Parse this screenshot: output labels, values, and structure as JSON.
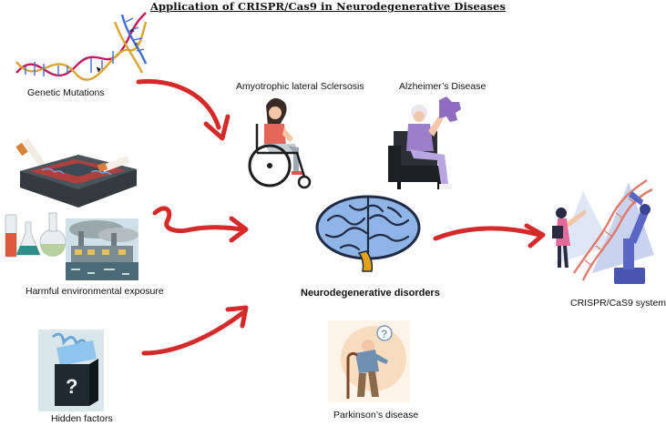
{
  "title": "Application of CRISPR/Cas9 in Neurodegenerative Diseases",
  "causes": {
    "genetic": "Genetic Mutations",
    "environmental": "Harmful environmental exposure",
    "hidden": "Hidden factors"
  },
  "diseases": {
    "als": "Amyotrophic lateral Sclersosis",
    "alzheimers": "Alzheimer’s Disease",
    "parkinsons": "Parkinson’s disease"
  },
  "center": "Neurodegenerative disorders",
  "therapy": "CRISPR/CaS9 system",
  "colors": {
    "arrow": "#d42a2a",
    "dna_pink": "#c2185b",
    "dna_gold": "#d9a530",
    "dna_blue": "#3f6fd1",
    "brain": "#8fb4e6",
    "mystery_box": "#1e2a30"
  }
}
